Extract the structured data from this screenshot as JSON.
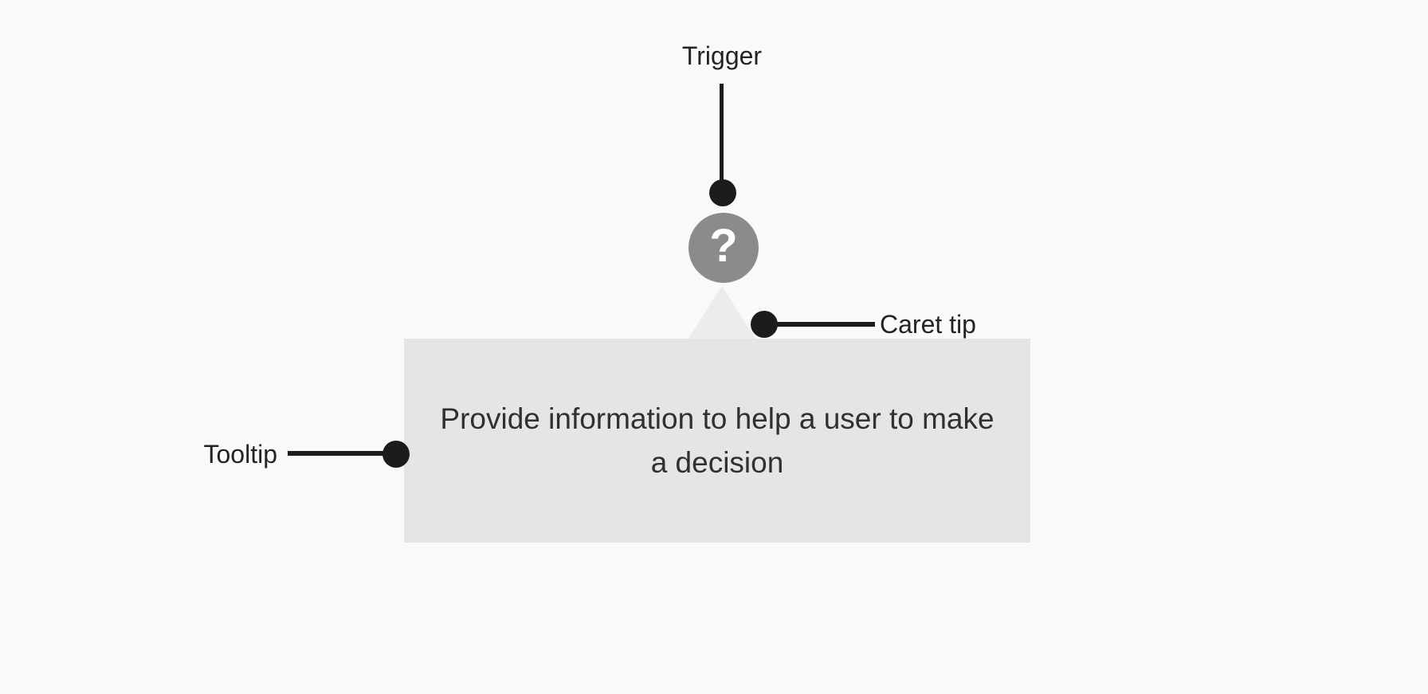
{
  "diagram": {
    "title_context": "Tooltip anatomy diagram",
    "labels": {
      "trigger": "Trigger",
      "caret_tip": "Caret tip",
      "tooltip": "Tooltip"
    },
    "trigger_icon_glyph": "?",
    "tooltip_text": "Provide information to help a user to make a decision",
    "colors": {
      "background": "#f7f9fa",
      "tooltip_body": "#e4e5e5",
      "caret": "#ebecec",
      "trigger_circle": "#8a8b8b",
      "annotation_ink": "#1c1c1c",
      "tooltip_text_color": "#303030",
      "icon_glyph_color": "#ffffff"
    }
  }
}
